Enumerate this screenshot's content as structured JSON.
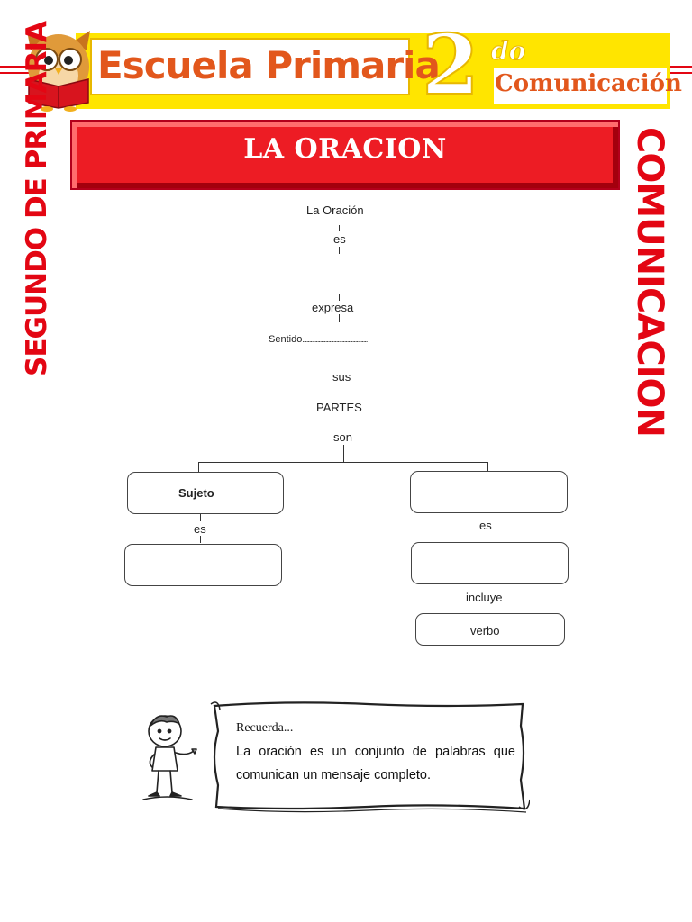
{
  "header": {
    "school_name": "Escuela Primaria",
    "grade_number": "2",
    "grade_suffix": "do",
    "subject": "Comunicación",
    "side_left": "SEGUNDO DE PRIMARIA",
    "side_right": "COMUNICACION"
  },
  "title": "LA ORACION",
  "map": {
    "root": "La Oración",
    "link_es": "es",
    "link_expresa": "expresa",
    "sentido_label": "Sentido",
    "dots_1": "................................................",
    "dots_2": "..........................................................",
    "link_sus": "sus",
    "parts": "PARTES",
    "link_son": "son",
    "left_box": "Sujeto",
    "left_link": "es",
    "right_link": "es",
    "right_link2": "incluye",
    "right_bottom_box": "verbo"
  },
  "recuerda": {
    "label": "Recuerda...",
    "text": "La oración es un conjunto de palabras que comunican un mensaje completo."
  },
  "colors": {
    "red": "#e30613",
    "yellow": "#ffe500",
    "orange": "#e2571c"
  },
  "icons": [
    "owl-reading-icon",
    "boy-character-icon",
    "scroll-frame"
  ]
}
